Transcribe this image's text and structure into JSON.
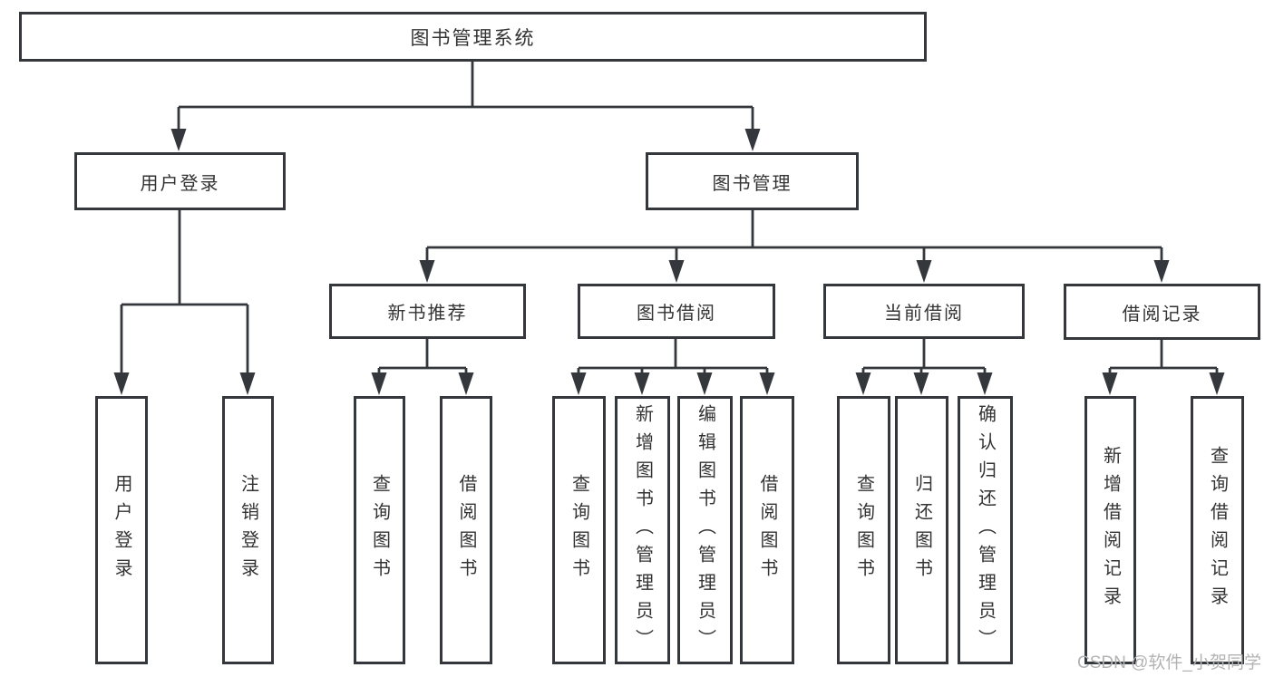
{
  "watermark": "CSDN @软件_小贺同学",
  "colors": {
    "line": "#34373b",
    "text": "#333333",
    "background": "#ffffff",
    "watermark": "#b3b3b3"
  },
  "tree": {
    "label": "图书管理系统",
    "children": [
      {
        "label": "用户登录",
        "children": [
          {
            "label": "用户登录"
          },
          {
            "label": "注销登录"
          }
        ]
      },
      {
        "label": "图书管理",
        "children": [
          {
            "label": "新书推荐",
            "children": [
              {
                "label": "查询图书"
              },
              {
                "label": "借阅图书"
              }
            ]
          },
          {
            "label": "图书借阅",
            "children": [
              {
                "label": "查询图书"
              },
              {
                "label": "新增图书（管理员）"
              },
              {
                "label": "编辑图书（管理员）"
              },
              {
                "label": "借阅图书"
              }
            ]
          },
          {
            "label": "当前借阅",
            "children": [
              {
                "label": "查询图书"
              },
              {
                "label": "归还图书"
              },
              {
                "label": "确认归还（管理员）"
              }
            ]
          },
          {
            "label": "借阅记录",
            "children": [
              {
                "label": "新增借阅记录"
              },
              {
                "label": "查询借阅记录"
              }
            ]
          }
        ]
      }
    ]
  }
}
